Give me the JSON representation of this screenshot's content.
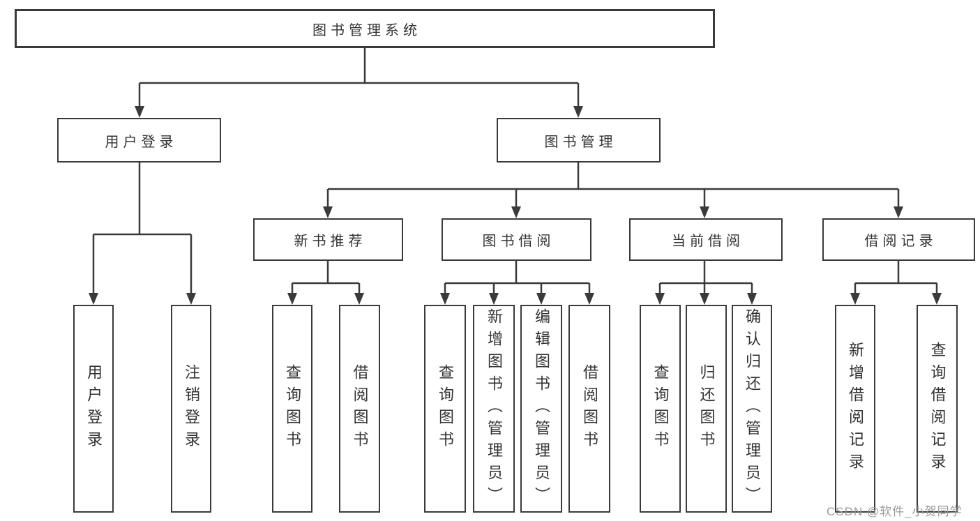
{
  "title": "图书管理系统",
  "watermark": "CSDN @软件_小贺同学",
  "colors": {
    "line": "#3a3a3a",
    "text": "#333333",
    "watermark": "#9b9b9b",
    "background": "#ffffff"
  },
  "nodes": {
    "root": "图书管理系统",
    "user_login": "用户登录",
    "book_mgmt": "图书管理",
    "new_book_rec": "新书推荐",
    "book_borrow": "图书借阅",
    "current_borrow": "当前借阅",
    "borrow_records": "借阅记录",
    "login_user": "用户登录",
    "login_logout": "注销登录",
    "rec_query": "查询图书",
    "rec_borrow": "借阅图书",
    "bb_query": "查询图书",
    "bb_add": "新增图书（管理员）",
    "bb_edit": "编辑图书（管理员）",
    "bb_borrow": "借阅图书",
    "cb_query": "查询图书",
    "cb_return": "归还图书",
    "cb_confirm": "确认归还（管理员）",
    "br_add": "新增借阅记录",
    "br_query": "查询借阅记录"
  },
  "hierarchy": {
    "图书管理系统": {
      "用户登录": [
        "用户登录",
        "注销登录"
      ],
      "图书管理": {
        "新书推荐": [
          "查询图书",
          "借阅图书"
        ],
        "图书借阅": [
          "查询图书",
          "新增图书（管理员）",
          "编辑图书（管理员）",
          "借阅图书"
        ],
        "当前借阅": [
          "查询图书",
          "归还图书",
          "确认归还（管理员）"
        ],
        "借阅记录": [
          "新增借阅记录",
          "查询借阅记录"
        ]
      }
    }
  }
}
